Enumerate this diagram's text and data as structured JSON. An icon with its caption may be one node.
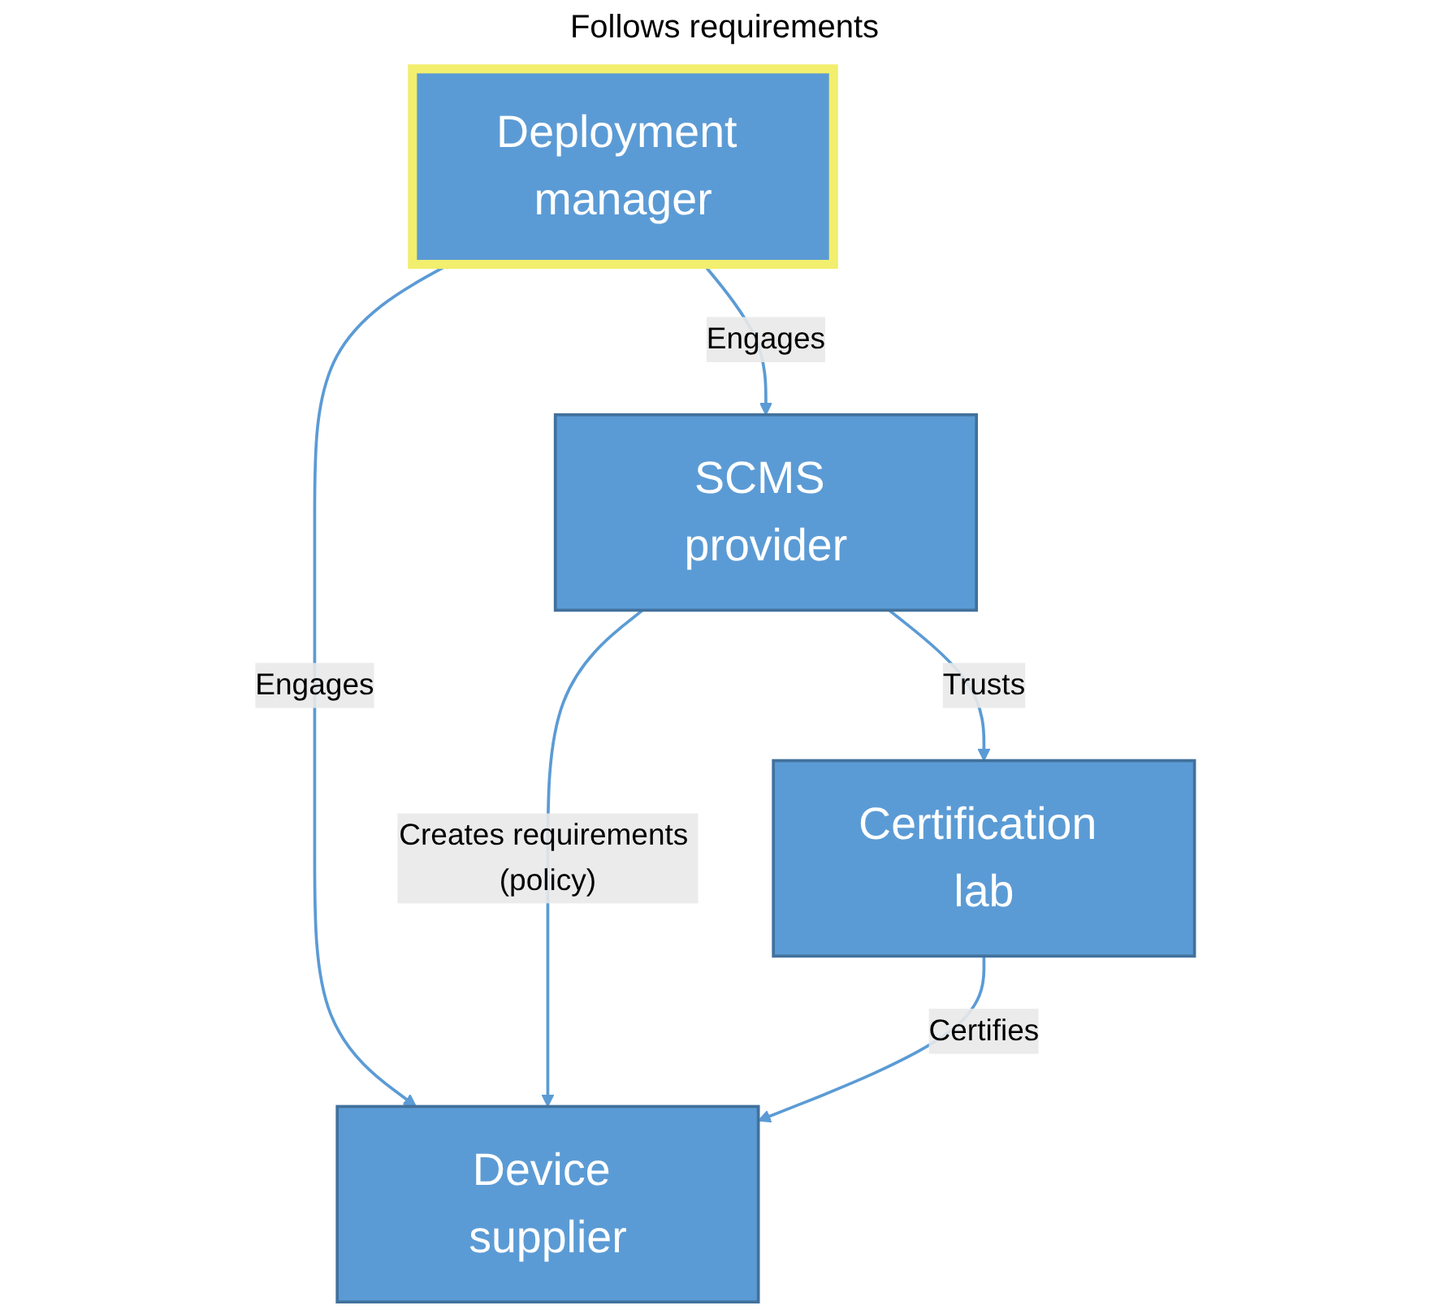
{
  "diagram": {
    "nodes": [
      {
        "text": [
          "Deployment manager"
        ]
      },
      {
        "text": [
          "SCMS provider"
        ]
      },
      {
        "text": [
          "Device supplier"
        ]
      },
      {
        "text": [
          "Certification lab"
        ]
      }
    ],
    "edges": [
      {
        "from": 0,
        "to": 1,
        "arrow": "to",
        "label": "Engages"
      },
      {
        "from": 0,
        "to": 2,
        "arrow": "to",
        "label": "Engages"
      },
      {
        "from": 1,
        "to": 2,
        "arrow": "to",
        "label": "Creates requirements (policy)"
      },
      {
        "from": 1,
        "to": 3,
        "arrow": "to",
        "label": "Trusts"
      },
      {
        "from": 3,
        "to": 2,
        "arrow": "to",
        "label": "Certifies"
      }
    ],
    "labels": [
      "Follows requirements"
    ]
  }
}
